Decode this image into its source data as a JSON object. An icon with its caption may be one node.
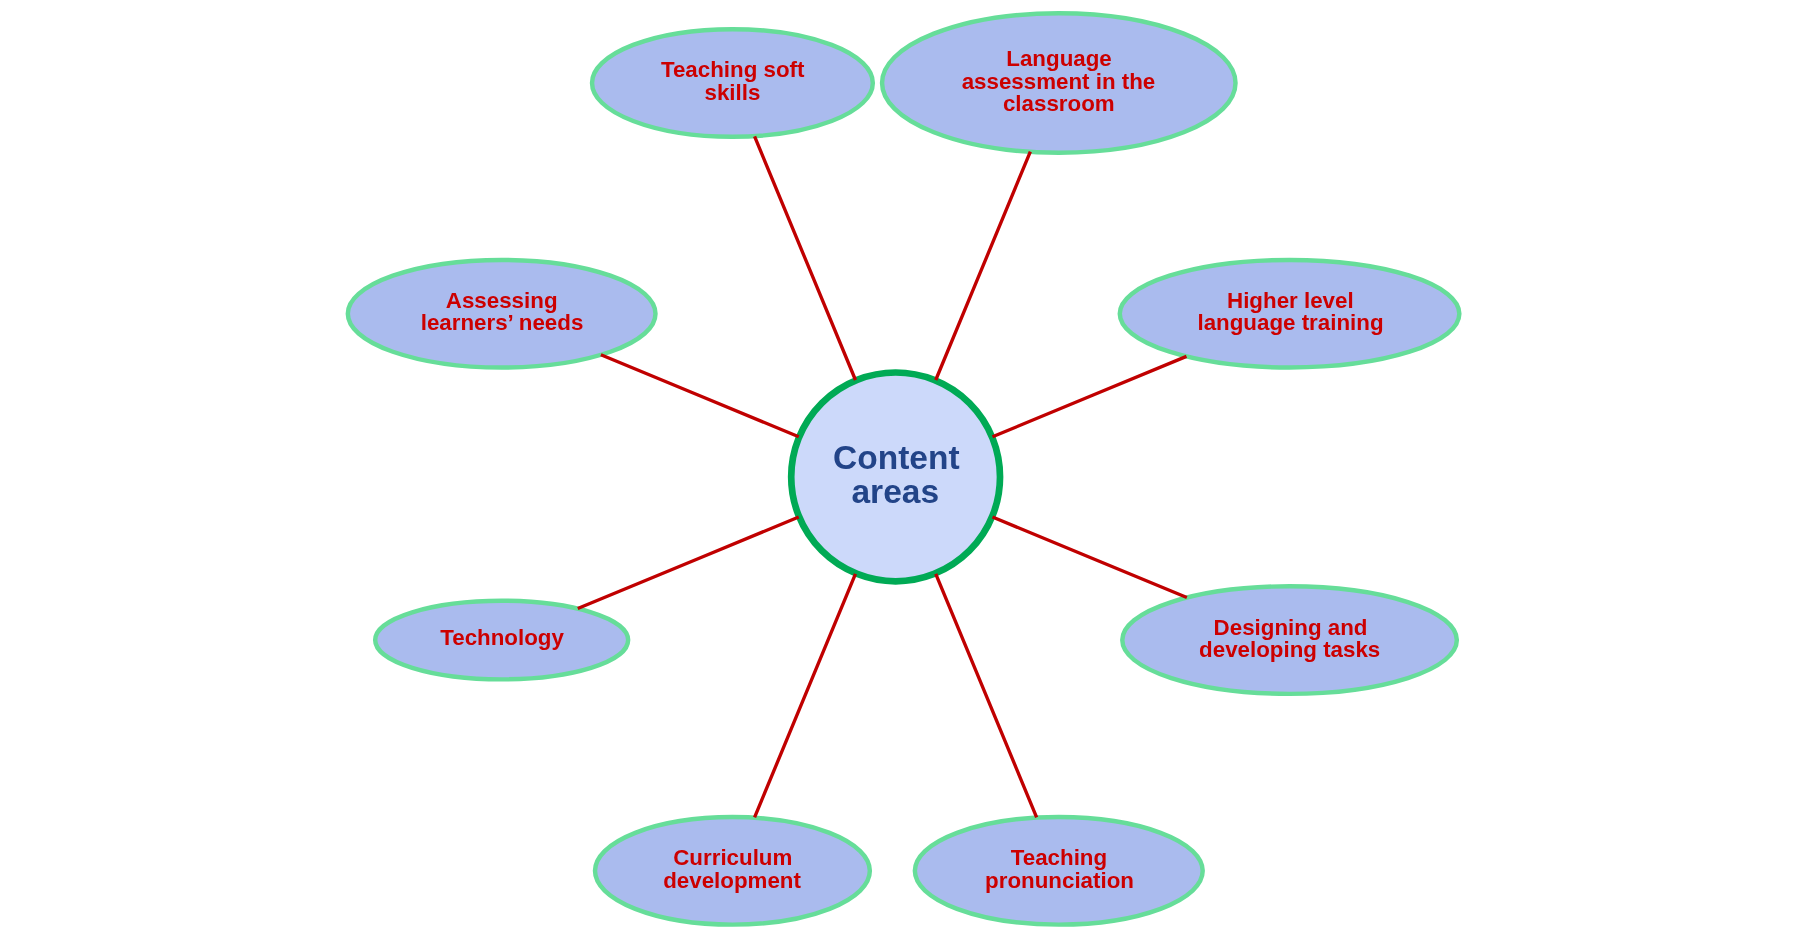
{
  "diagram": {
    "nodes": [
      {
        "text": [
          "Higher level language training"
        ]
      },
      {
        "text": [
          "Language assessment in the classroom"
        ]
      },
      {
        "text": [
          "Teaching soft skills"
        ]
      },
      {
        "text": [
          "Assessing learners’ needs"
        ]
      },
      {
        "text": [
          "Content areas"
        ]
      },
      {
        "text": [
          "Technology"
        ]
      },
      {
        "text": [
          "Curriculum development"
        ]
      },
      {
        "text": [
          "Teaching pronunciation"
        ]
      },
      {
        "text": [
          "Designing and developing tasks"
        ]
      }
    ],
    "edges": [
      {
        "from": 4,
        "to": 0,
        "arrow": "none"
      },
      {
        "from": 4,
        "to": 1,
        "arrow": "none"
      },
      {
        "from": 4,
        "to": 2,
        "arrow": "none"
      },
      {
        "from": 4,
        "to": 3,
        "arrow": "none"
      },
      {
        "from": 4,
        "to": 5,
        "arrow": "none"
      },
      {
        "from": 4,
        "to": 6,
        "arrow": "none"
      },
      {
        "from": 4,
        "to": 7,
        "arrow": "none"
      },
      {
        "from": 4,
        "to": 8,
        "arrow": "none"
      }
    ]
  }
}
